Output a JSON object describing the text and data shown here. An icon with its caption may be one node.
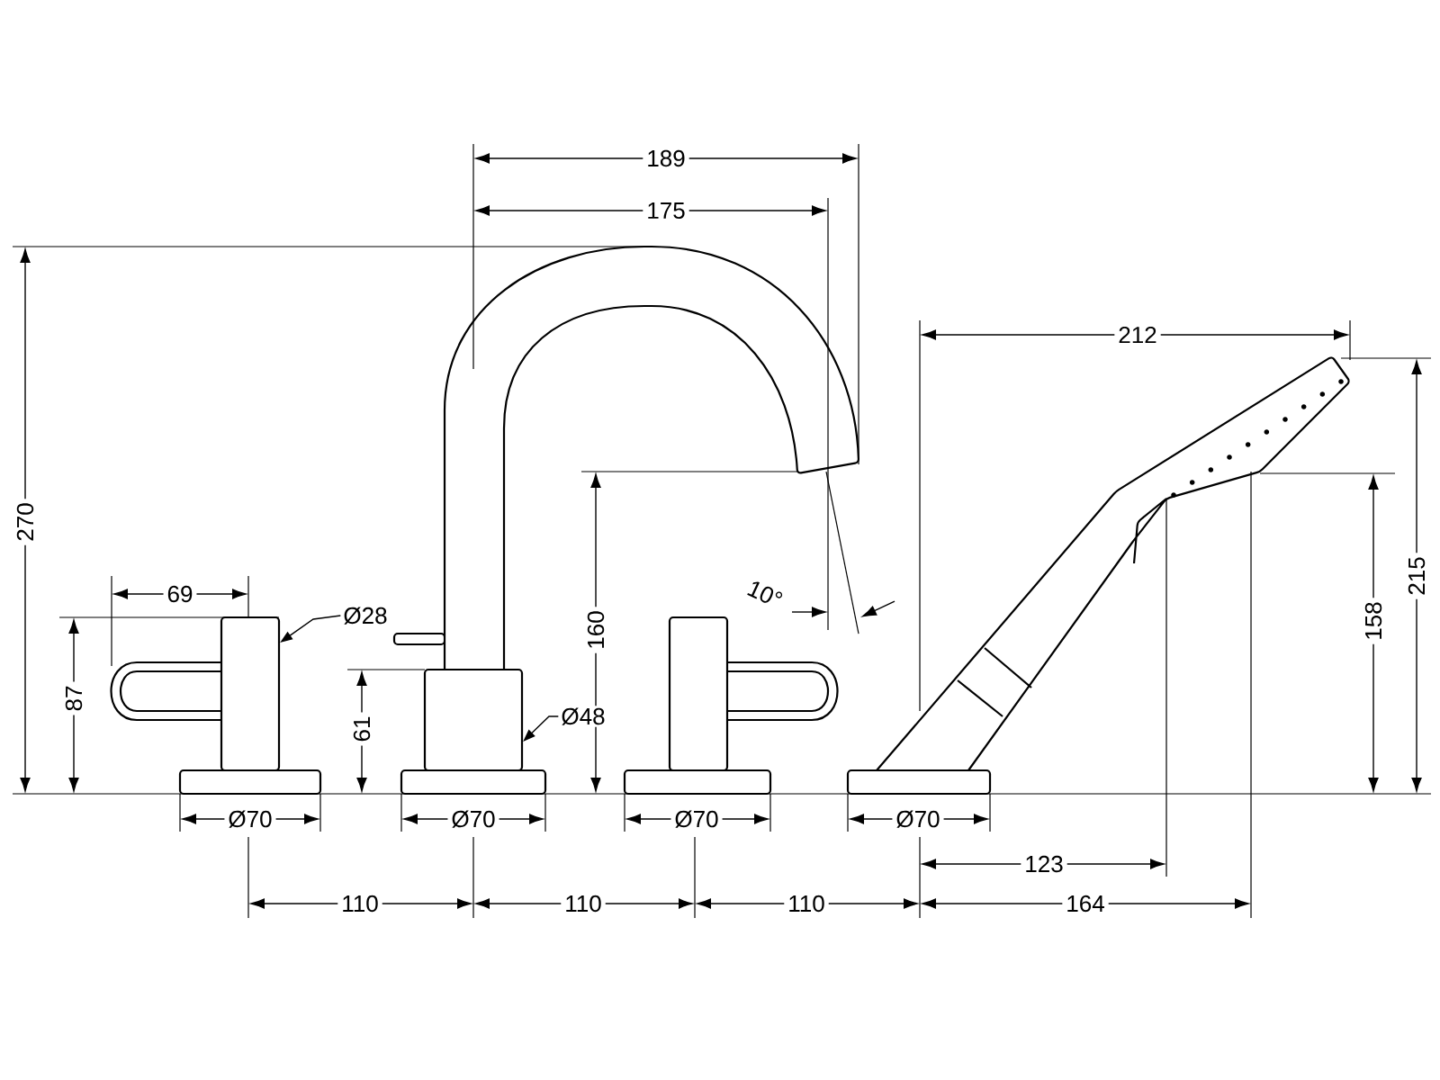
{
  "diagram": {
    "nodes": [
      {
        "text": [
          "Ø28"
        ]
      },
      {
        "text": [],
        "shape": "box"
      },
      {
        "text": [],
        "shape": "box"
      },
      {
        "text": [
          "Ø48"
        ]
      }
    ],
    "edges": [
      {
        "from": 0,
        "to": 1,
        "arrow": "to"
      },
      {
        "from": 3,
        "to": 2,
        "arrow": "to"
      }
    ],
    "labels": [
      "189",
      "175",
      "212",
      "270",
      "69",
      "10°",
      "87",
      "160",
      "158",
      "215",
      "61",
      "Ø70",
      "Ø70",
      "Ø70",
      "Ø70",
      "110",
      "110",
      "110",
      "123",
      "164"
    ]
  }
}
